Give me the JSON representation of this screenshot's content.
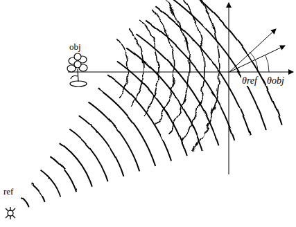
{
  "diagram": {
    "labels": [
      "obj",
      "ref",
      "θref",
      "θobj"
    ]
  }
}
